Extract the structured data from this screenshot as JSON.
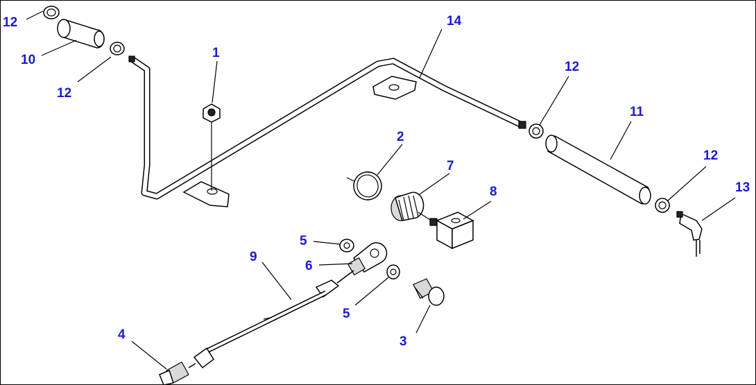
{
  "diagram": {
    "callouts": [
      "1",
      "2",
      "3",
      "4",
      "5",
      "5",
      "6",
      "7",
      "8",
      "9",
      "10",
      "11",
      "12",
      "12",
      "12",
      "12",
      "13",
      "14"
    ],
    "colors": {
      "callout_text": "#1a1ad0",
      "line": "#000000",
      "background": "#ffffff"
    }
  }
}
